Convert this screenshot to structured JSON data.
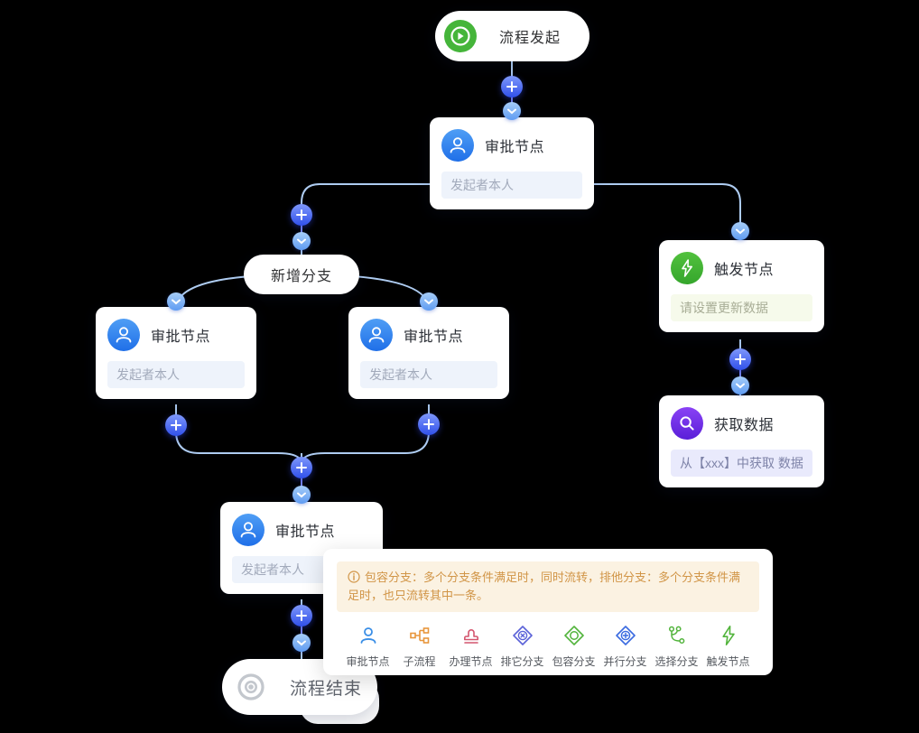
{
  "flow": {
    "start": {
      "label": "流程发起",
      "icon": "play-circle-icon",
      "color": "#45b53a"
    },
    "approval_top": {
      "title": "审批节点",
      "assignee": "发起者本人",
      "icon": "user-icon"
    },
    "branch_pill": {
      "label": "新增分支"
    },
    "approval_left": {
      "title": "审批节点",
      "assignee": "发起者本人",
      "icon": "user-icon"
    },
    "approval_mid": {
      "title": "审批节点",
      "assignee": "发起者本人",
      "icon": "user-icon"
    },
    "approval_bottom": {
      "title": "审批节点",
      "assignee": "发起者本人",
      "icon": "user-icon"
    },
    "trigger": {
      "title": "触发节点",
      "value": "请设置更新数据",
      "icon": "lightning-icon"
    },
    "get_data": {
      "title": "获取数据",
      "value": "从【xxx】中获取 数据",
      "icon": "search-icon"
    },
    "end": {
      "label": "流程结束",
      "icon": "stop-circle-icon"
    }
  },
  "tooltip": {
    "icon": "info-icon",
    "text": "包容分支：多个分支条件满足时，同时流转，排他分支：多个分支条件满足时，也只流转其中一条。"
  },
  "toolbar": {
    "items": [
      {
        "label": "审批节点",
        "icon": "user-icon",
        "color": "#3a8ee6"
      },
      {
        "label": "子流程",
        "icon": "subprocess-icon",
        "color": "#e8963c"
      },
      {
        "label": "办理节点",
        "icon": "stamp-icon",
        "color": "#d4556e"
      },
      {
        "label": "排它分支",
        "icon": "exclusive-branch-icon",
        "color": "#5b62d8"
      },
      {
        "label": "包容分支",
        "icon": "inclusive-branch-icon",
        "color": "#52b43c"
      },
      {
        "label": "并行分支",
        "icon": "parallel-branch-icon",
        "color": "#3a6be0"
      },
      {
        "label": "选择分支",
        "icon": "choice-branch-icon",
        "color": "#52b43c"
      },
      {
        "label": "触发节点",
        "icon": "lightning-icon",
        "color": "#52b43c"
      }
    ]
  },
  "colors": {
    "connector": "#aeccf1",
    "connector_dark": "#7a86ec",
    "accent_blue": "#2f6ef0",
    "tooltip_text": "#d19547",
    "tooltip_bg": "#fbf2e2"
  }
}
